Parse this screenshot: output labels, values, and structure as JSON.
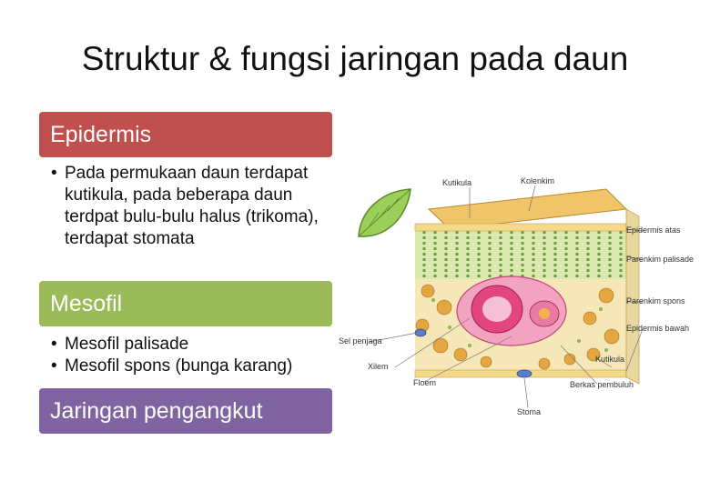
{
  "slide": {
    "title": "Struktur & fungsi jaringan pada daun"
  },
  "sections": [
    {
      "heading": "Epidermis",
      "color": "#c0504d",
      "bullets": [
        "Pada permukaan daun terdapat kutikula, pada beberapa daun terdpat bulu-bulu halus (trikoma), terdapat stomata"
      ]
    },
    {
      "heading": "Mesofil",
      "color": "#9bbb59",
      "bullets": [
        "Mesofil palisade",
        "Mesofil spons (bunga karang)"
      ]
    },
    {
      "heading": "Jaringan pengangkut",
      "color": "#8064a2",
      "bullets": []
    }
  ],
  "diagram": {
    "labels": {
      "kutikula_top": "Kutikula",
      "kolenkim": "Kolenkim",
      "epidermis_atas": "Epidermis atas",
      "parenkim_palisade": "Parenkim palisade",
      "parenkim_spons": "Parenkim spons",
      "epidermis_bawah": "Epidermis bawah",
      "sel_penjaga": "Sel penjaga",
      "xilem": "Xilem",
      "kutikula_bottom": "Kutikula",
      "floem": "Floem",
      "berkas_pembuluh": "Berkas pembuluh",
      "stoma": "Stoma"
    }
  }
}
